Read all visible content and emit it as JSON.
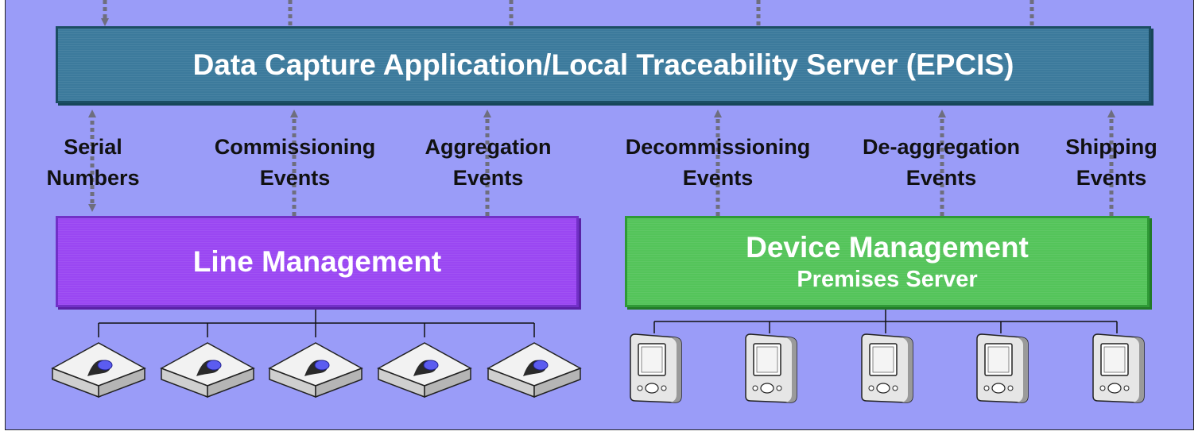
{
  "top_box": {
    "title": "Data Capture Application/Local Traceability Server (EPCIS)"
  },
  "line_box": {
    "title": "Line Management"
  },
  "device_box": {
    "title": "Device Management",
    "subtitle": "Premises Server"
  },
  "events": [
    {
      "line1": "Serial",
      "line2": "Numbers"
    },
    {
      "line1": "Commissioning",
      "line2": "Events"
    },
    {
      "line1": "Aggregation",
      "line2": "Events"
    },
    {
      "line1": "Decommissioning",
      "line2": "Events"
    },
    {
      "line1": "De-aggregation",
      "line2": "Events"
    },
    {
      "line1": "Shipping",
      "line2": "Events"
    }
  ],
  "colors": {
    "background": "#9a9cf8",
    "epcis_box": "#3c7a9c",
    "line_box": "#9a47f2",
    "device_box": "#54c45a",
    "arrow": "#6e6e7e"
  },
  "icons": {
    "line_devices": [
      "reader-icon",
      "reader-icon",
      "reader-icon",
      "reader-icon",
      "reader-icon"
    ],
    "handheld_devices": [
      "handheld-device-icon",
      "handheld-device-icon",
      "handheld-device-icon",
      "handheld-device-icon",
      "handheld-device-icon"
    ]
  }
}
